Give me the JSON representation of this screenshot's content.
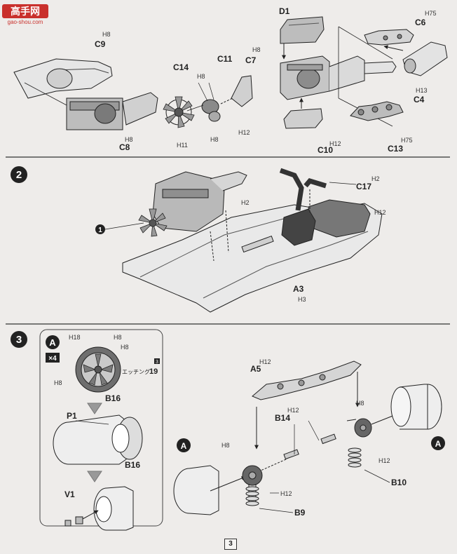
{
  "watermark": {
    "title": "高手网",
    "url": "gao-shou.com"
  },
  "step1": {
    "parts": [
      {
        "code": "C9",
        "marker": "H",
        "num": "8"
      },
      {
        "code": "C8",
        "marker": "H",
        "num": "8"
      },
      {
        "code": "C14",
        "marker": "H",
        "num": "11"
      },
      {
        "code": "C11",
        "marker": "H",
        "num": "8"
      },
      {
        "code": "C7",
        "marker": "H",
        "num": "8"
      },
      {
        "code": "D1"
      },
      {
        "code": "C6",
        "marker": "H",
        "num": "75"
      },
      {
        "code": "C4",
        "marker": "H",
        "num": "13"
      },
      {
        "code": "C10",
        "marker": "H",
        "num": "12"
      },
      {
        "code": "C13",
        "marker": "H",
        "num": "75"
      }
    ],
    "extra_marks": [
      {
        "marker": "H",
        "num": "8"
      },
      {
        "marker": "H",
        "num": "12"
      },
      {
        "marker": "H",
        "num": "8"
      }
    ]
  },
  "step2": {
    "number": "2",
    "parts": [
      {
        "code": "C17",
        "marker": "H",
        "num": "2"
      },
      {
        "code": "A3",
        "marker": "H",
        "num": "3"
      }
    ],
    "extra_marks": [
      {
        "marker": "H",
        "num": "2"
      },
      {
        "marker": "H",
        "num": "12"
      }
    ],
    "engine_ref": "1"
  },
  "step3": {
    "number": "3",
    "inset": {
      "ref": "A",
      "qty": "×4",
      "etching_label": "エッチング",
      "etching_num": "19",
      "etching_sheet": "3",
      "parts": [
        {
          "code": "B16"
        },
        {
          "code": "P1"
        },
        {
          "code": "B16"
        },
        {
          "code": "V1"
        }
      ],
      "marks": [
        {
          "marker": "H",
          "num": "18"
        },
        {
          "marker": "H",
          "num": "8"
        },
        {
          "marker": "H",
          "num": "8"
        },
        {
          "marker": "H",
          "num": "8"
        }
      ]
    },
    "parts": [
      {
        "code": "A5",
        "marker": "H",
        "num": "12"
      },
      {
        "code": "B14",
        "marker": "H",
        "num": "12"
      },
      {
        "code": "B10"
      },
      {
        "code": "B9"
      }
    ],
    "marks": [
      {
        "marker": "H",
        "num": "8"
      },
      {
        "marker": "H",
        "num": "8"
      },
      {
        "marker": "H",
        "num": "12"
      },
      {
        "marker": "H",
        "num": "12"
      }
    ],
    "wheel_ref": "A"
  },
  "page_number": "3"
}
